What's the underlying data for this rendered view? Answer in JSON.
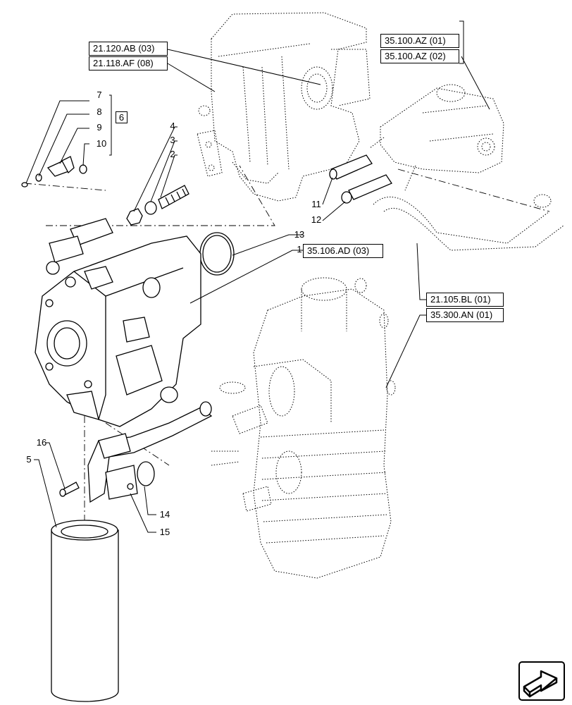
{
  "reference_boxes": {
    "ref_21_120_ab": "21.120.AB (03)",
    "ref_21_118_af": "21.118.AF (08)",
    "ref_35_100_az_01": "35.100.AZ (01)",
    "ref_35_100_az_02": "35.100.AZ (02)",
    "ref_35_106_ad": "35.106.AD (03)",
    "ref_21_105_bl": "21.105.BL (01)",
    "ref_35_300_an": "35.300.AN (01)"
  },
  "callouts": {
    "c1": "1",
    "c2": "2",
    "c3": "3",
    "c4": "4",
    "c5": "5",
    "c7": "7",
    "c8": "8",
    "c9": "9",
    "c10": "10",
    "c11": "11",
    "c12": "12",
    "c13": "13",
    "c14": "14",
    "c15": "15",
    "c16": "16"
  },
  "group_label": "6",
  "nav_icon": "next-page-arrow-icon"
}
